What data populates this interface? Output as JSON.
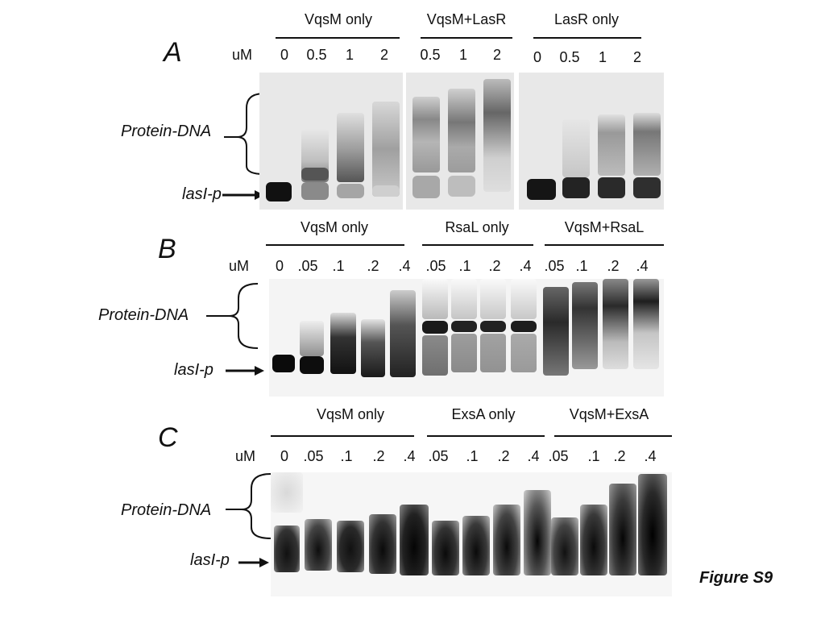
{
  "figure_caption": "Figure S9",
  "panels": [
    {
      "letter": "A",
      "unit": "uM",
      "groups": [
        "VqsM only",
        "VqsM+LasR",
        "LasR only"
      ],
      "concentrations": [
        "0",
        "0.5",
        "1",
        "2",
        "0.5",
        "1",
        "2",
        "0",
        "0.5",
        "1",
        "2"
      ],
      "complex_label": "Protein-DNA",
      "probe_label": "lasI-p"
    },
    {
      "letter": "B",
      "unit": "uM",
      "groups": [
        "VqsM only",
        "RsaL only",
        "VqsM+RsaL"
      ],
      "concentrations": [
        "0",
        ".05",
        ".1",
        ".2",
        ".4",
        ".05",
        ".1",
        ".2",
        ".4",
        ".05",
        ".1",
        ".2",
        ".4"
      ],
      "complex_label": "Protein-DNA",
      "probe_label": "lasI-p"
    },
    {
      "letter": "C",
      "unit": "uM",
      "groups": [
        "VqsM only",
        "ExsA only",
        "VqsM+ExsA"
      ],
      "concentrations": [
        "0",
        ".05",
        ".1",
        ".2",
        ".4",
        ".05",
        ".1",
        ".2",
        ".4",
        ".05",
        ".1",
        ".2",
        ".4"
      ],
      "complex_label": "Protein-DNA",
      "probe_label": "lasI-p"
    }
  ]
}
